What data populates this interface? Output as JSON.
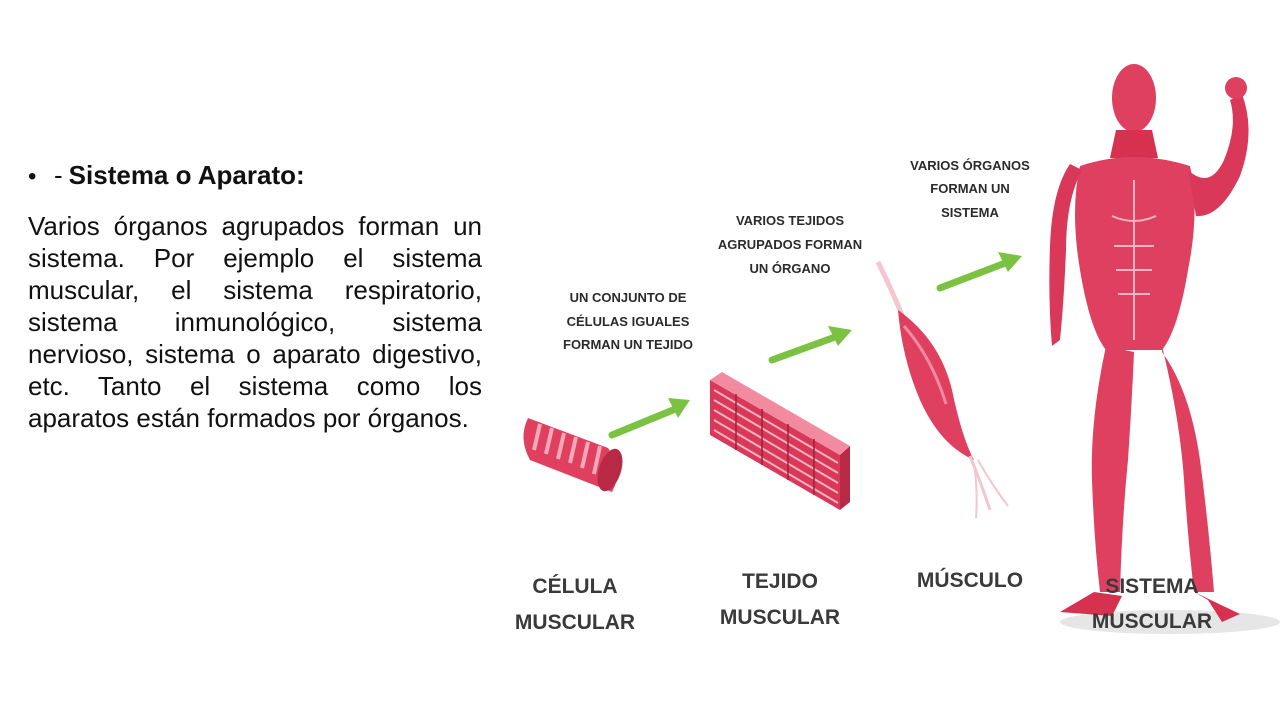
{
  "heading": {
    "bullet": "•",
    "dash": "-",
    "title": "Sistema o Aparato:"
  },
  "paragraph": "Varios órganos agrupados forman un sistema. Por ejemplo el sistema muscular, el sistema respiratorio, sistema inmunológico, sistema nervioso, sistema o aparato digestivo, etc. Tanto el sistema como los aparatos están formados por órganos.",
  "diagram": {
    "captions": {
      "cells": [
        "UN CONJUNTO DE",
        "CÉLULAS IGUALES",
        "FORMAN UN TEJIDO"
      ],
      "tissues": [
        "VARIOS TEJIDOS",
        "AGRUPADOS FORMAN",
        "UN ÓRGANO"
      ],
      "organs": [
        "VARIOS ÓRGANOS",
        "FORMAN UN",
        "SISTEMA"
      ]
    },
    "labels": {
      "cell": [
        "CÉLULA",
        "MUSCULAR"
      ],
      "tissue": [
        "TEJIDO",
        "MUSCULAR"
      ],
      "muscle": [
        "MÚSCULO"
      ],
      "system": [
        "SISTEMA",
        "MUSCULAR"
      ]
    },
    "colors": {
      "muscle": "#e0405f",
      "muscle_dark": "#b82945",
      "muscle_light": "#f28aa0",
      "arrow": "#7cc242"
    }
  }
}
